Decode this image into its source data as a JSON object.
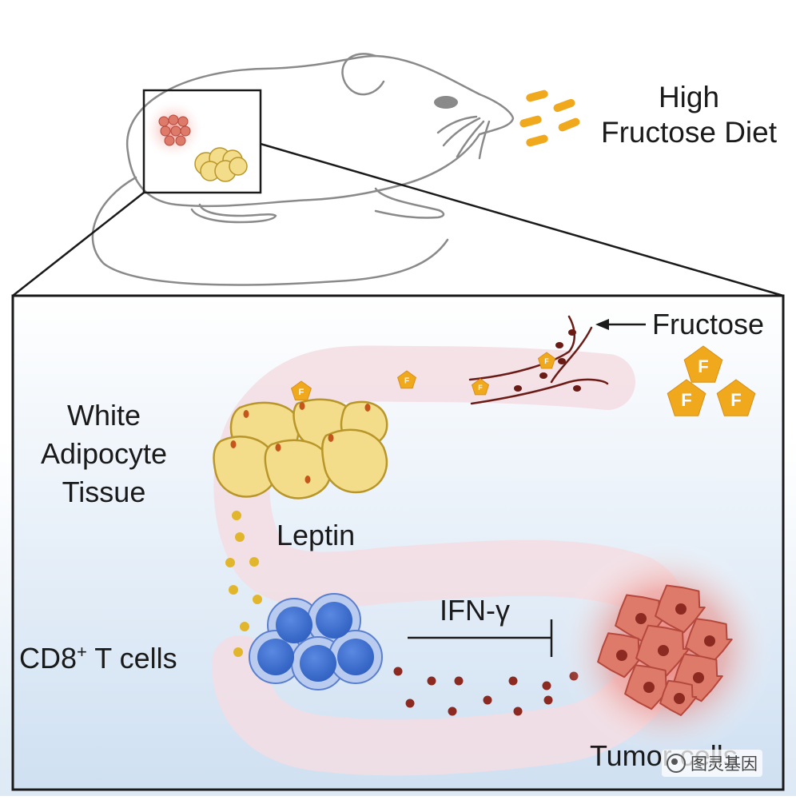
{
  "labels": {
    "diet": [
      "High",
      "Fructose Diet"
    ],
    "fructose": "Fructose",
    "fructose_symbol": "F",
    "tissue": [
      "White",
      "Adipocyte",
      "Tissue"
    ],
    "leptin": "Leptin",
    "cd8_main": "CD8",
    "cd8_sup": "+",
    "cd8_rest": " T cells",
    "ifn": "IFN-γ",
    "tumor": "Tumor cells"
  },
  "watermark": "图灵基因",
  "colors": {
    "outline": "#8a8a8a",
    "fructose_orange": "#f0a81c",
    "adipocyte": "#f3dc8a",
    "adipocyte_edge": "#b8962a",
    "leptin_dot": "#e2b62c",
    "tcell": "#3d6fd0",
    "tcell_halo": "#b9cbef",
    "tumor": "#de7a6a",
    "tumor_nucleus": "#8c2a22",
    "vessel": "#6b1b16",
    "pathway": "#f3dde3",
    "panel_top": "#ffffff",
    "panel_bottom": "#cfe0f2"
  }
}
